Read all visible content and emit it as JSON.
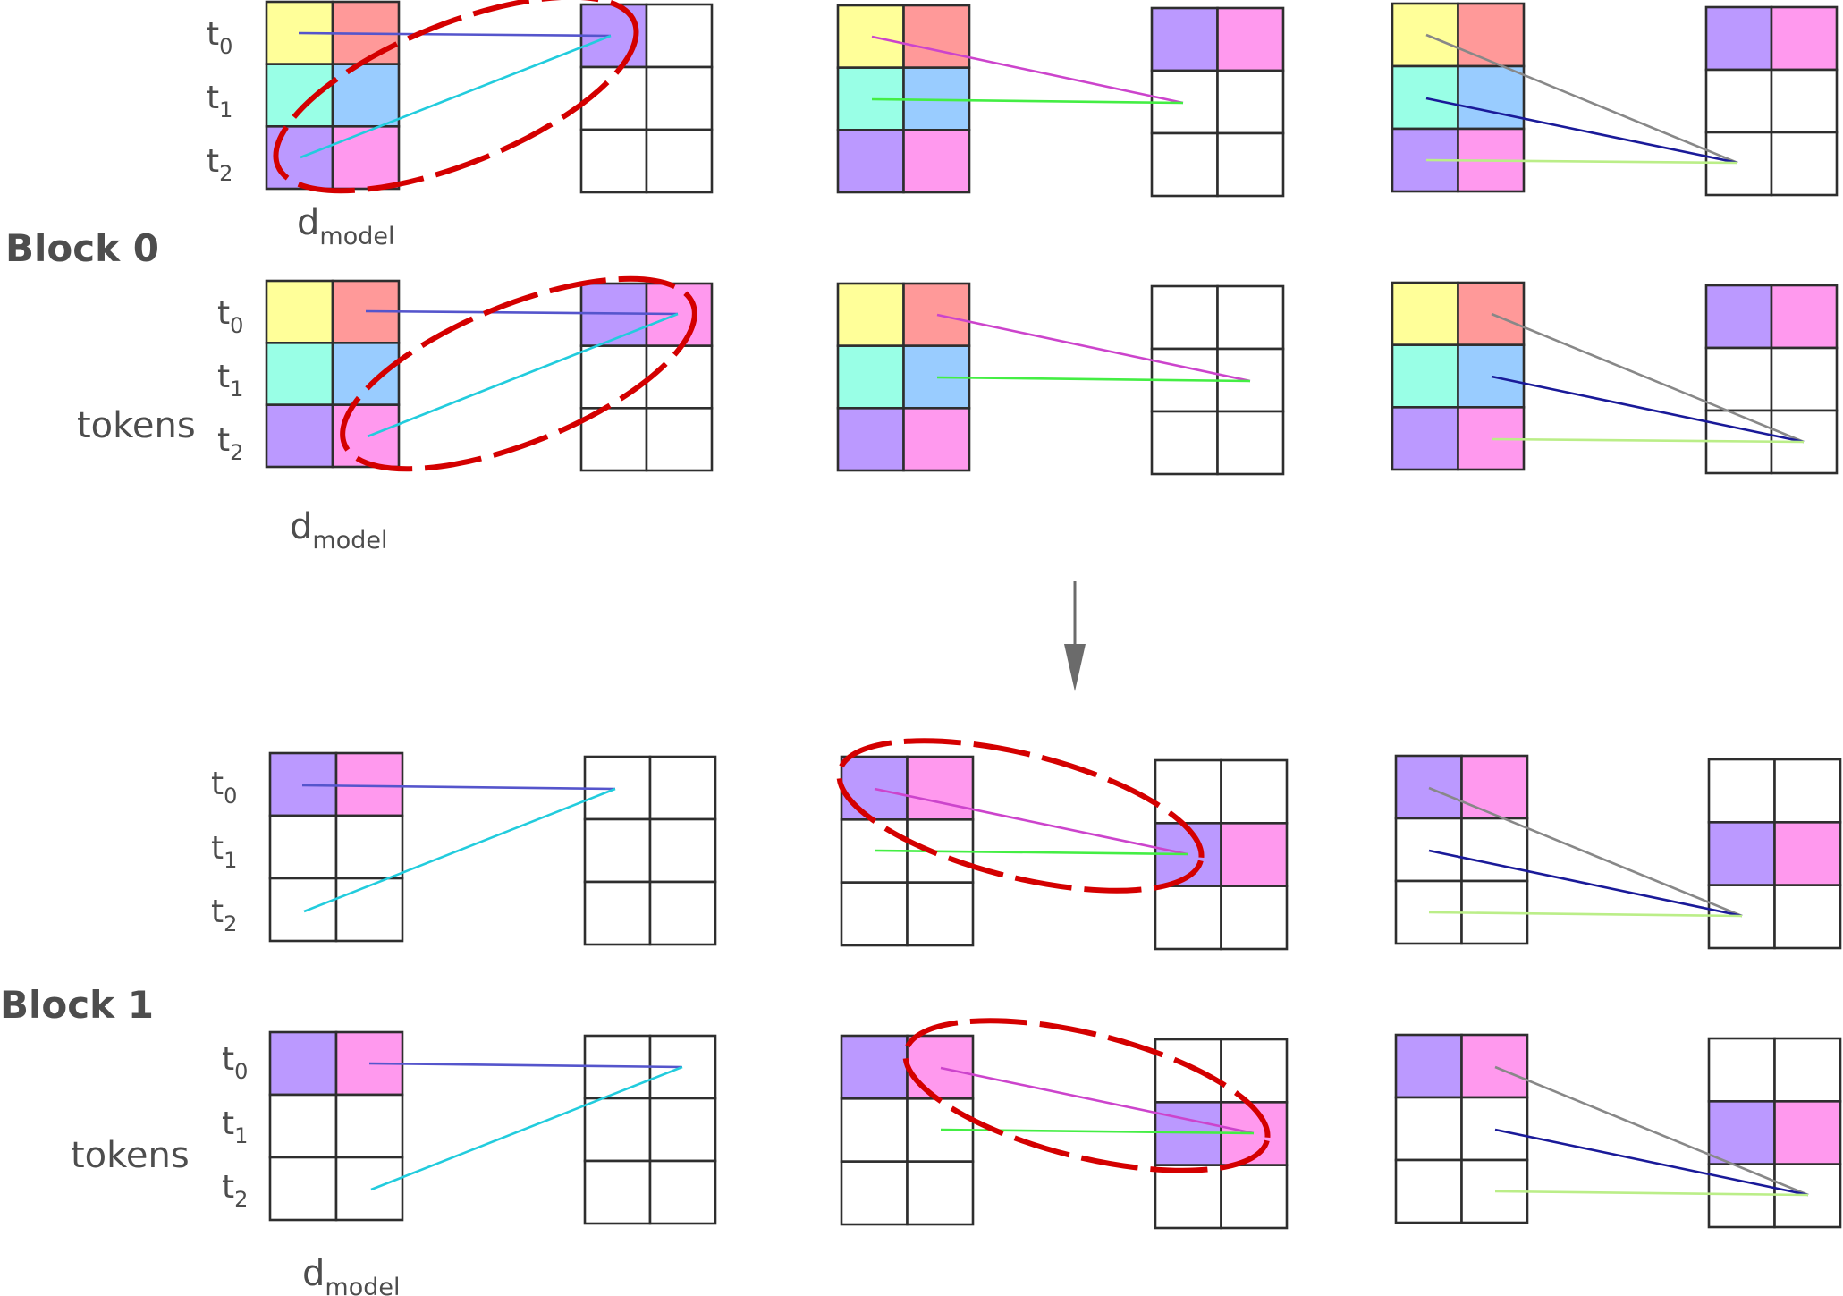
{
  "block_labels": [
    "Block 0",
    "Block 1"
  ],
  "side_label": "tokens",
  "dim_label": {
    "main": "d",
    "sub": "model"
  },
  "token_labels": [
    {
      "main": "t",
      "sub": "0"
    },
    {
      "main": "t",
      "sub": "1"
    },
    {
      "main": "t",
      "sub": "2"
    }
  ],
  "colors": {
    "t0_a": "#ffff99",
    "t0_b": "#ff9999",
    "t1_a": "#99ffe6",
    "t1_b": "#99ccff",
    "t2_a": "#bb99ff",
    "t2_b": "#ff99ee",
    "empty": "#ffffff",
    "line_t0_dest0": "#5555cc",
    "line_t2_dest0": "#22ccdd",
    "line_t0_dest1": "#cc44cc",
    "line_t1_dest1": "#44ee44",
    "line_t0_dest2": "#888888",
    "line_t1_dest2": "#1a1a99",
    "line_t2_dest2": "#bbee88",
    "highlight": "#d40000",
    "arrow": "#6b6b6b"
  }
}
